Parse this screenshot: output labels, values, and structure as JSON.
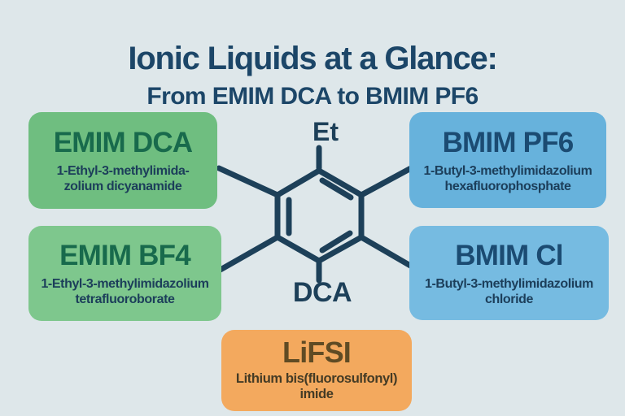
{
  "background_color": "#dee7ea",
  "header": {
    "title": "Ionic Liquids at a Glance:",
    "subtitle": "From EMIM DCA to BMIM PF6",
    "title_color": "#1c4668"
  },
  "molecule": {
    "type": "benzene-ring-structure",
    "top_substituent": "Et",
    "bottom_substituent": "DCA",
    "bond_color": "#1d4059",
    "label_color": "#1d4059"
  },
  "cards": [
    {
      "id": "emim-dca",
      "title": "EMIM DCA",
      "line1": "1-Ethyl-3-methylimida-",
      "line2": "zolium dicyanamide",
      "bg": "#6fbe80",
      "title_color": "#186a4c",
      "text_color": "#1c3e5a"
    },
    {
      "id": "emim-bf4",
      "title": "EMIM BF4",
      "line1": "1-Ethyl-3-methylimidazolium",
      "line2": "tetrafluoroborate",
      "bg": "#7ec78d",
      "title_color": "#186a4c",
      "text_color": "#1c3e5a"
    },
    {
      "id": "bmim-pf6",
      "title": "BMIM PF6",
      "line1": "1-Butyl-3-methylimidazolium",
      "line2": "hexafluorophosphate",
      "bg": "#67b2dc",
      "title_color": "#1b4b72",
      "text_color": "#1c3e5a"
    },
    {
      "id": "bmim-cl",
      "title": "BMIM Cl",
      "line1": "1-Butyl-3-methylimidazolium",
      "line2": "chloride",
      "bg": "#76bbe1",
      "title_color": "#1b4b72",
      "text_color": "#1c3e5a"
    },
    {
      "id": "lifsi",
      "title": "LiFSI",
      "line1": "Lithium bis(fluorosulfonyl)",
      "line2": "imide",
      "bg": "#f3a95e",
      "title_color": "#5f4b24",
      "text_color": "#443b25"
    }
  ]
}
